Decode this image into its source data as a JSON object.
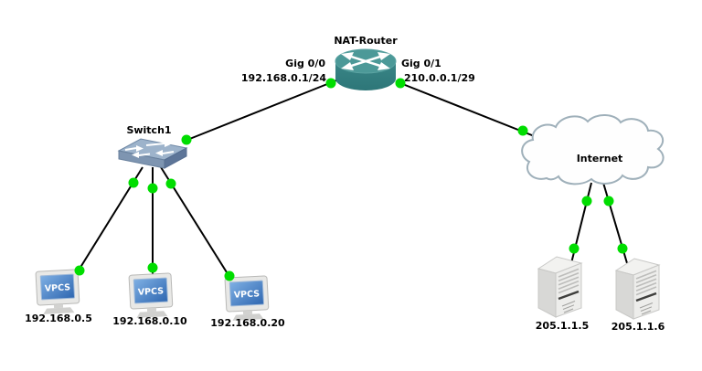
{
  "diagram": {
    "router": {
      "label": "NAT-Router",
      "if_left": {
        "name": "Gig 0/0",
        "ip": "192.168.0.1/24"
      },
      "if_right": {
        "name": "Gig 0/1",
        "ip": "210.0.0.1/29"
      }
    },
    "switch": {
      "label": "Switch1"
    },
    "cloud": {
      "label": "Internet"
    },
    "pcs": [
      {
        "screen_text": "VPCS",
        "label": "192.168.0.5"
      },
      {
        "screen_text": "VPCS",
        "label": "192.168.0.10"
      },
      {
        "screen_text": "VPCS",
        "label": "192.168.0.20"
      }
    ],
    "servers": [
      {
        "label": "205.1.1.5"
      },
      {
        "label": "205.1.1.6"
      }
    ]
  },
  "links": [
    {
      "from": "Switch1",
      "to": "NAT-Router",
      "status": "up"
    },
    {
      "from": "NAT-Router",
      "to": "Internet",
      "status": "up"
    },
    {
      "from": "Switch1",
      "to": "192.168.0.5",
      "status": "up"
    },
    {
      "from": "Switch1",
      "to": "192.168.0.10",
      "status": "up"
    },
    {
      "from": "Switch1",
      "to": "192.168.0.20",
      "status": "up"
    },
    {
      "from": "Internet",
      "to": "205.1.1.5",
      "status": "up"
    },
    {
      "from": "Internet",
      "to": "205.1.1.6",
      "status": "up"
    }
  ],
  "colors": {
    "background": "#ffffff",
    "link": "#000000",
    "status_up": "#00dd00",
    "router_body": "#3a8687",
    "switch_top": "#9db3cb",
    "cloud_outline": "#9fb0ba",
    "pc_screen": "#3f76c0",
    "label_text": "#000000"
  }
}
